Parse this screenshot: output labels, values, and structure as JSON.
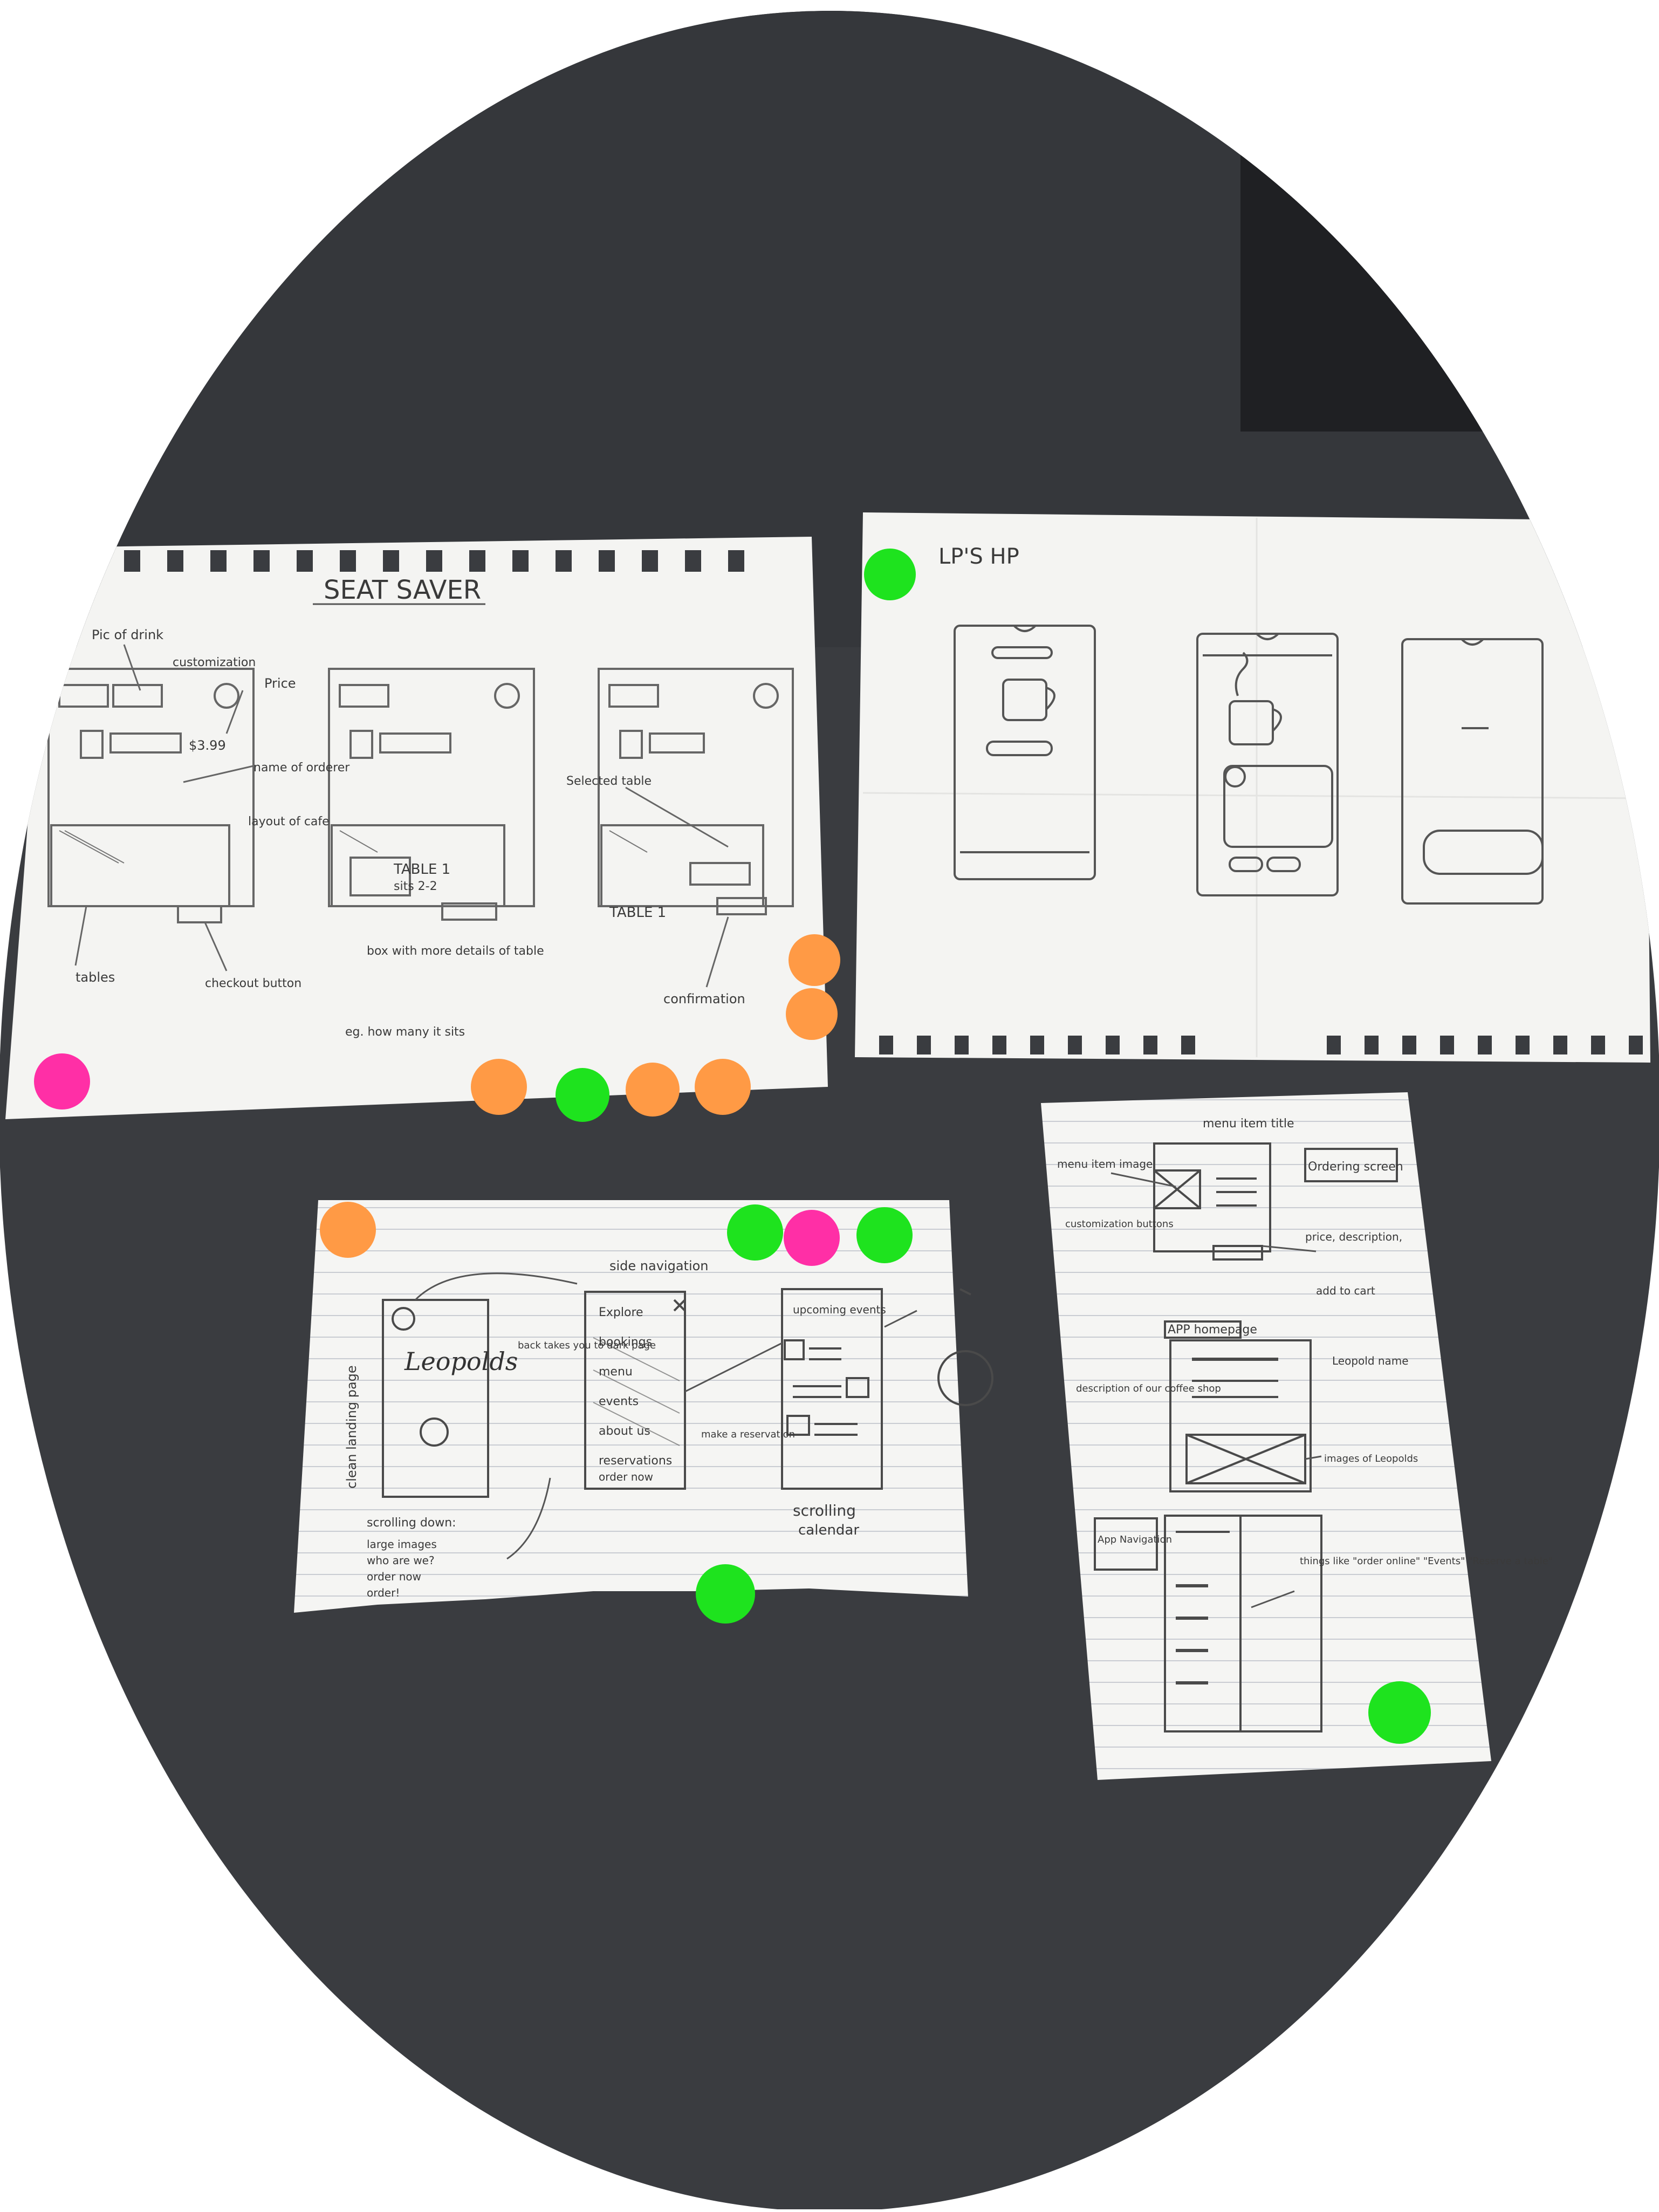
{
  "colors": {
    "table": "#3a3c40",
    "paper": "#f4f4f2",
    "ink": "#4a4a4a",
    "dot_green": "#1ee31e",
    "dot_orange": "#ff9a45",
    "dot_pink": "#ff2fa6"
  },
  "sheet_seat_saver": {
    "title": "SEAT SAVER",
    "labels": {
      "pic_drink": "Pic of drink",
      "customization": "customization",
      "price": "Price",
      "name_orderer": "name of orderer",
      "layout_cafe": "layout of cafe",
      "tables": "tables",
      "checkout": "checkout button",
      "box_details": "box with more details of table",
      "eg": "eg. how many it sits",
      "selected_table": "Selected table",
      "confirmation": "confirmation",
      "price_value": "$3.99",
      "table_1": "TABLE 1",
      "seats": "sits 2-2",
      "table_1b": "TABLE 1"
    }
  },
  "sheet_lps_hp": {
    "title": "LP'S HP"
  },
  "sheet_leopolds": {
    "labels": {
      "cafe_name": "Leopolds",
      "clean_landing": "clean landing page",
      "side_nav": "side navigation",
      "upcoming_events": "upcoming events",
      "menu_items": [
        "Explore",
        "bookings",
        "menu",
        "events",
        "about us",
        "reservations",
        "order now"
      ],
      "scrolling": "scrolling",
      "calendar": "calendar",
      "scrolling_down": "scrolling down:",
      "bullets": [
        "large images",
        "who are we?",
        "order now",
        "order!"
      ],
      "back_to_dark": "back takes you to dark page",
      "make_reservation": "make a reservation"
    }
  },
  "sheet_app_notes": {
    "labels": {
      "menu_item_title": "menu item title",
      "menu_item_image": "menu item image",
      "ordering_screen": "Ordering screen",
      "customization_buttons": "customization buttons",
      "price_description": "price, description,",
      "add_to_cart": "add to cart",
      "app_homepage": "APP homepage",
      "leopold_name": "Leopold name",
      "description": "description of our coffee shop",
      "images_leopolds": "images of Leopolds",
      "app_navigation": "App Navigation",
      "things_like": "things like \"order online\" \"Events\" \"Reserve a table\""
    }
  }
}
